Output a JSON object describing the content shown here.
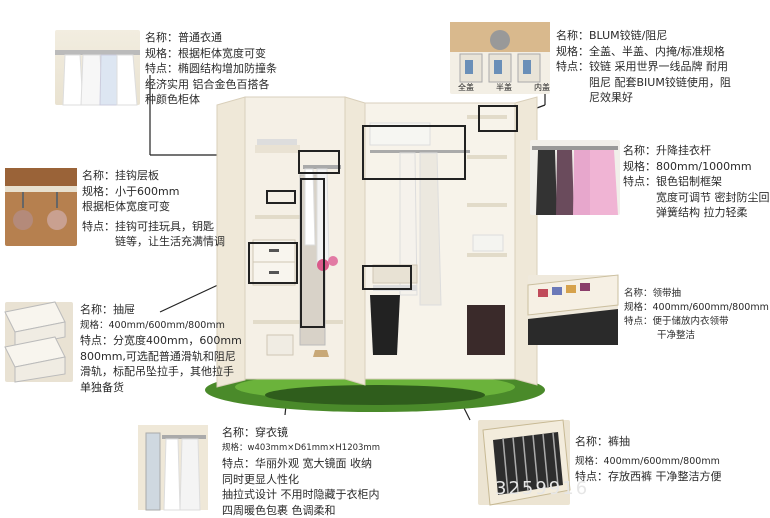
{
  "callouts": {
    "closet_rod": {
      "name": "名称：普通衣通",
      "spec": "规格：根据柜体宽度可变",
      "feature": [
        "特点：椭圆结构增加防撞条",
        "经济实用  铝合金色百搭各",
        "种颜色柜体"
      ]
    },
    "hinge": {
      "name": "名称：BLUM铰链/阻尼",
      "spec": "规格：全盖、半盖、内掩/标准规格",
      "feature": [
        "特点：铰链 采用世界一线品牌 耐用",
        "阻尼 配套BIUM铰链使用，阻",
        "尼效果好"
      ],
      "labels": [
        "全盖",
        "半盖",
        "内盖"
      ]
    },
    "hook_shelf": {
      "name": "名称：挂钩层板",
      "spec": [
        "规格：小于600mm",
        "根据柜体宽度可变"
      ],
      "feature": [
        "特点：挂钩可挂玩具，钥匙",
        "链等，让生活充满情调"
      ]
    },
    "lift_rod": {
      "name": "名称：升降挂衣杆",
      "spec": "规格：800mm/1000mm",
      "feature": [
        "特点：银色铝制框架",
        "宽度可调节  密封防尘回",
        "弹簧结构  拉力轻柔"
      ]
    },
    "tie_drawer": {
      "name": "名称：领带抽",
      "spec": "规格：400mm/600mm/800mm",
      "feature": [
        "特点：便于储放内衣领带",
        "干净整洁"
      ]
    },
    "drawer": {
      "name": "名称：抽屉",
      "spec": "规格：400mm/600mm/800mm",
      "feature": [
        "特点：分宽度400mm，600mm",
        "800mm,可选配普通滑轨和阻尼",
        "滑轨，标配吊坠拉手，其他拉手",
        "单独备货"
      ]
    },
    "mirror": {
      "name": "名称：穿衣镜",
      "spec": "规格：w403mm×D61mm×H1203mm",
      "feature": [
        "特点：华丽外观  宽大镜面  收纳",
        "同时更显人性化",
        "抽拉式设计  不用时隐藏于衣柜内",
        "四周暖色包裹  色调柔和"
      ]
    },
    "trouser_drawer": {
      "name": "名称：裤抽",
      "spec": "规格：400mm/600mm/800mm",
      "feature": [
        "特点：存放西裤  干净整洁方便"
      ]
    }
  },
  "watermark": "3259916",
  "colors": {
    "cabinet": "#f4efe3",
    "line": "#222222",
    "grass": "#4a8a2a"
  }
}
